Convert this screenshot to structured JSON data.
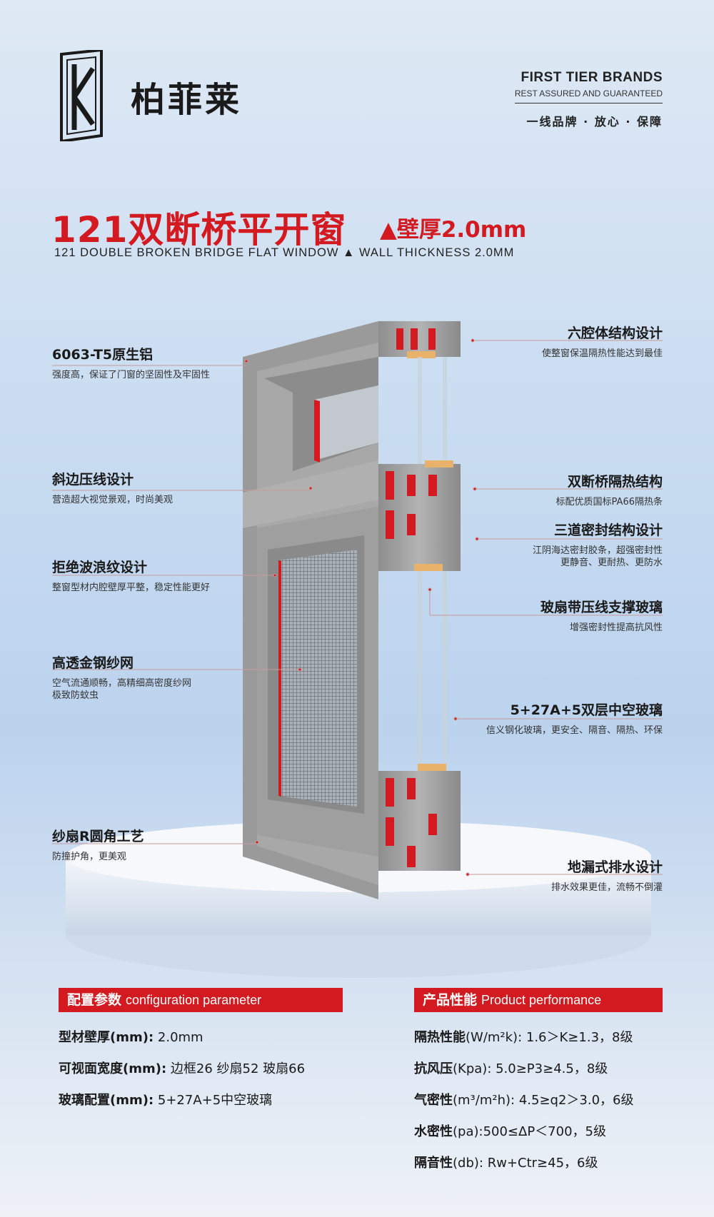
{
  "header": {
    "logo_cn": "柏菲莱",
    "brand_en_1": "FIRST TIER BRANDS",
    "brand_en_2": "REST ASSURED AND GUARANTEED",
    "brand_cn": "一线品牌 · 放心 · 保障"
  },
  "title": {
    "main": "121双断桥平开窗",
    "sub": "▲壁厚2.0mm",
    "en": "121 DOUBLE BROKEN BRIDGE FLAT WINDOW ▲ WALL THICKNESS 2.0MM"
  },
  "left_annotations": [
    {
      "title": "6063-T5原生铝",
      "desc": [
        "强度高，保证了门窗的坚固性及牢固性"
      ]
    },
    {
      "title": "斜边压线设计",
      "desc": [
        "营造超大视觉景观，时尚美观"
      ]
    },
    {
      "title": "拒绝波浪纹设计",
      "desc": [
        "整窗型材内腔壁厚平整，稳定性能更好"
      ]
    },
    {
      "title": "高透金钢纱网",
      "desc": [
        "空气流通顺畅，高精细高密度纱网",
        "极致防蚊虫"
      ]
    },
    {
      "title": "纱扇R圆角工艺",
      "desc": [
        "防撞护角，更美观"
      ]
    }
  ],
  "right_annotations": [
    {
      "title": "六腔体结构设计",
      "desc": [
        "使整窗保温隔热性能达到最佳"
      ]
    },
    {
      "title": "双断桥隔热结构",
      "desc": [
        "标配优质国标PA66隔热条"
      ]
    },
    {
      "title": "三道密封结构设计",
      "desc": [
        "江阴海达密封胶条，超强密封性",
        "更静音、更耐热、更防水"
      ]
    },
    {
      "title": "玻扇带压线支撑玻璃",
      "desc": [
        "增强密封性提高抗风性"
      ]
    },
    {
      "title": "5+27A+5双层中空玻璃",
      "desc": [
        "信义钢化玻璃，更安全、隔音、隔热、环保"
      ]
    },
    {
      "title": "地漏式排水设计",
      "desc": [
        "排水效果更佳，流畅不倒灌"
      ]
    }
  ],
  "config": {
    "head_cn": "配置参数",
    "head_en": "configuration parameter",
    "rows": [
      {
        "label": "型材壁厚(mm):",
        "value": " 2.0mm"
      },
      {
        "label": "可视面宽度(mm):",
        "value": " 边框26  纱扇52  玻扇66"
      },
      {
        "label": "玻璃配置(mm):",
        "value": " 5+27A+5中空玻璃"
      }
    ]
  },
  "performance": {
    "head_cn": "产品性能",
    "head_en": "Product performance",
    "rows": [
      {
        "label": "隔热性能",
        "unit": "(W/m²k)",
        "value": ": 1.6＞K≥1.3，8级"
      },
      {
        "label": "抗风压",
        "unit": "(Kpa)",
        "value": ": 5.0≥P3≥4.5，8级"
      },
      {
        "label": "气密性",
        "unit": "(m³/m²h)",
        "value": ": 4.5≥q2＞3.0，6级"
      },
      {
        "label": "水密性",
        "unit": "(pa)",
        "value": ":500≤ΔP＜700，5级"
      },
      {
        "label": "隔音性",
        "unit": "(db)",
        "value": ": Rw+Ctr≥45，6级"
      }
    ]
  },
  "colors": {
    "accent": "#d21a20",
    "frame": "#9a9a9a",
    "seal": "#d21a20"
  }
}
